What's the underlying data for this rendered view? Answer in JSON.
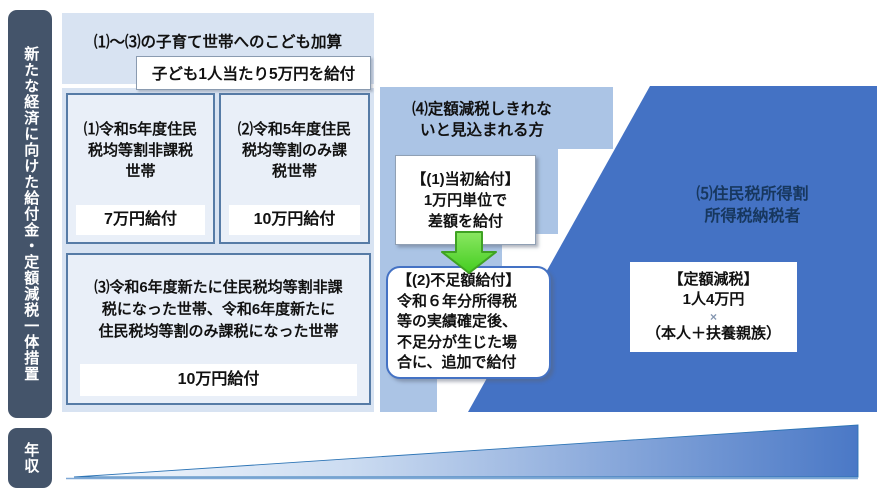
{
  "sidebar": {
    "title": "新たな経済に向けた給付金・定額減税一体措置",
    "income_label": "年収"
  },
  "child_allowance": {
    "heading": "⑴～⑶の子育て世帯へのこども加算",
    "note": "子ども1人当たり5万円を給付"
  },
  "household_boxes": [
    {
      "lines": [
        "⑴令和5年度住民",
        "税均等割非課税",
        "世帯"
      ],
      "amount": "7万円給付"
    },
    {
      "lines": [
        "⑵令和5年度住民",
        "税均等割のみ課",
        "税世帯"
      ],
      "amount": "10万円給付"
    },
    {
      "lines": [
        "⑶令和6年度新たに住民税均等割非課",
        "税になった世帯、令和6年度新たに",
        "住民税均等割のみ課税になった世帯"
      ],
      "amount": "10万円給付"
    }
  ],
  "partial_reduction": {
    "heading_lines": [
      "⑷定額減税しきれな",
      "いと見込まれる方"
    ],
    "initial_payment": {
      "lines": [
        "【(1)当初給付】",
        "1万円単位で",
        "差額を給付"
      ]
    },
    "shortfall_payment": {
      "lines": [
        "【(2)不足額給付】",
        "令和６年分所得税",
        "等の実績確定後、",
        "不足分が生じた場",
        "合に、追加で給付"
      ]
    }
  },
  "taxpayer": {
    "label_lines": [
      "⑸住民税所得割",
      "所得税納税者"
    ],
    "fixed_reduction": {
      "lines": [
        "【定額減税】",
        "1人4万円",
        "×",
        "（本人＋扶養親族）"
      ]
    }
  },
  "colors": {
    "sidebar": "#44546a",
    "light_panel": "#d8e3f2",
    "staircase": "#abc4e5",
    "box_fill": "#e9eff8",
    "box_border": "#567ba6",
    "polygon": "#4472c4",
    "label5_text": "#17375e",
    "arrow_green": "#48cf25"
  }
}
